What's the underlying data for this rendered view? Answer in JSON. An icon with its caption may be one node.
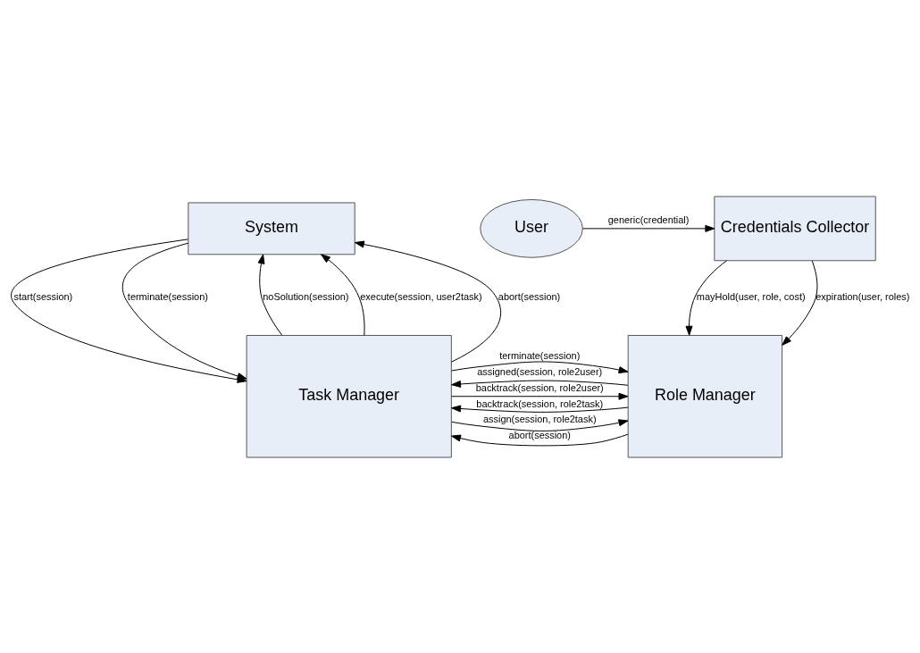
{
  "diagram": {
    "nodes": [
      {
        "text": [
          "System"
        ]
      },
      {
        "text": [
          "Task Manager"
        ]
      },
      {
        "text": [
          "Role Manager"
        ]
      },
      {
        "text": [
          "User"
        ]
      },
      {
        "text": [
          "Credentials Collector"
        ]
      }
    ],
    "edges": [
      {
        "from": 0,
        "to": 1,
        "arrow": "to",
        "label": "start(session)"
      },
      {
        "from": 0,
        "to": 1,
        "arrow": "to",
        "label": "terminate(session)"
      },
      {
        "from": 1,
        "to": 0,
        "arrow": "to",
        "label": "noSolution(session)"
      },
      {
        "from": 1,
        "to": 0,
        "arrow": "to",
        "label": "execute(session, user2task)"
      },
      {
        "from": 1,
        "to": 0,
        "arrow": "to",
        "label": "abort(session)"
      },
      {
        "from": 1,
        "to": 2,
        "arrow": "to",
        "label": "assign(session, role2task)"
      },
      {
        "from": 1,
        "to": 2,
        "arrow": "to",
        "label": "backtrack(session, role2user)"
      },
      {
        "from": 2,
        "to": 1,
        "arrow": "to",
        "label": "assigned(session, role2user)"
      },
      {
        "from": 2,
        "to": 1,
        "arrow": "to",
        "label": "backtrack(session, role2task)"
      },
      {
        "from": 1,
        "to": 2,
        "arrow": "to",
        "label": "terminate(session)"
      },
      {
        "from": 2,
        "to": 1,
        "arrow": "to",
        "label": "abort(session)"
      },
      {
        "from": 4,
        "to": 2,
        "arrow": "to",
        "label": "mayHold(user, role, cost)"
      },
      {
        "from": 4,
        "to": 2,
        "arrow": "to",
        "label": "expiration(user, roles)"
      },
      {
        "from": 3,
        "to": 4,
        "arrow": "to",
        "label": "generic(credential)"
      }
    ]
  }
}
